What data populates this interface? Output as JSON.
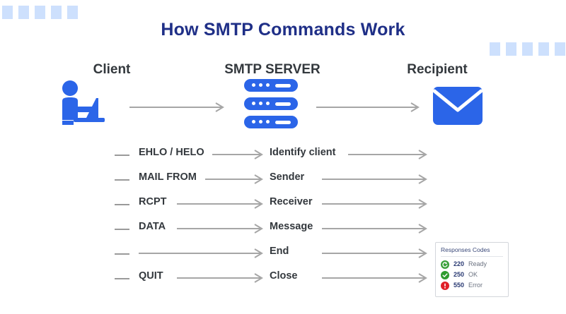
{
  "title": "How SMTP Commands Work",
  "columns": {
    "client": {
      "label": "Client",
      "icon": "person-laptop-icon"
    },
    "server": {
      "label": "SMTP SERVER",
      "icon": "server-rack-icon"
    },
    "recipient": {
      "label": "Recipient",
      "icon": "envelope-icon"
    }
  },
  "rows": [
    {
      "command": "EHLO / HELO",
      "description": "Identify client"
    },
    {
      "command": "MAIL FROM",
      "description": "Sender"
    },
    {
      "command": "RCPT",
      "description": "Receiver"
    },
    {
      "command": "DATA",
      "description": "Message"
    },
    {
      "command": "",
      "description": "End"
    },
    {
      "command": "QUIT",
      "description": "Close"
    }
  ],
  "legend": {
    "title": "Responses Codes",
    "items": [
      {
        "code": "220",
        "label": "Ready",
        "icon": "clock-circle-icon",
        "color": "#3aa03a"
      },
      {
        "code": "250",
        "label": "OK",
        "icon": "check-circle-icon",
        "color": "#2e9b2e"
      },
      {
        "code": "550",
        "label": "Error",
        "icon": "error-circle-icon",
        "color": "#e01f28"
      }
    ]
  },
  "colors": {
    "accent_blue": "#2b65e8",
    "title_navy": "#1f2f87",
    "decor_square": "#cde0fd",
    "arrow_gray": "#a6a6a6",
    "text_dark": "#33383d"
  },
  "decor": {
    "top_left_squares": 5,
    "top_right_squares": 5
  }
}
